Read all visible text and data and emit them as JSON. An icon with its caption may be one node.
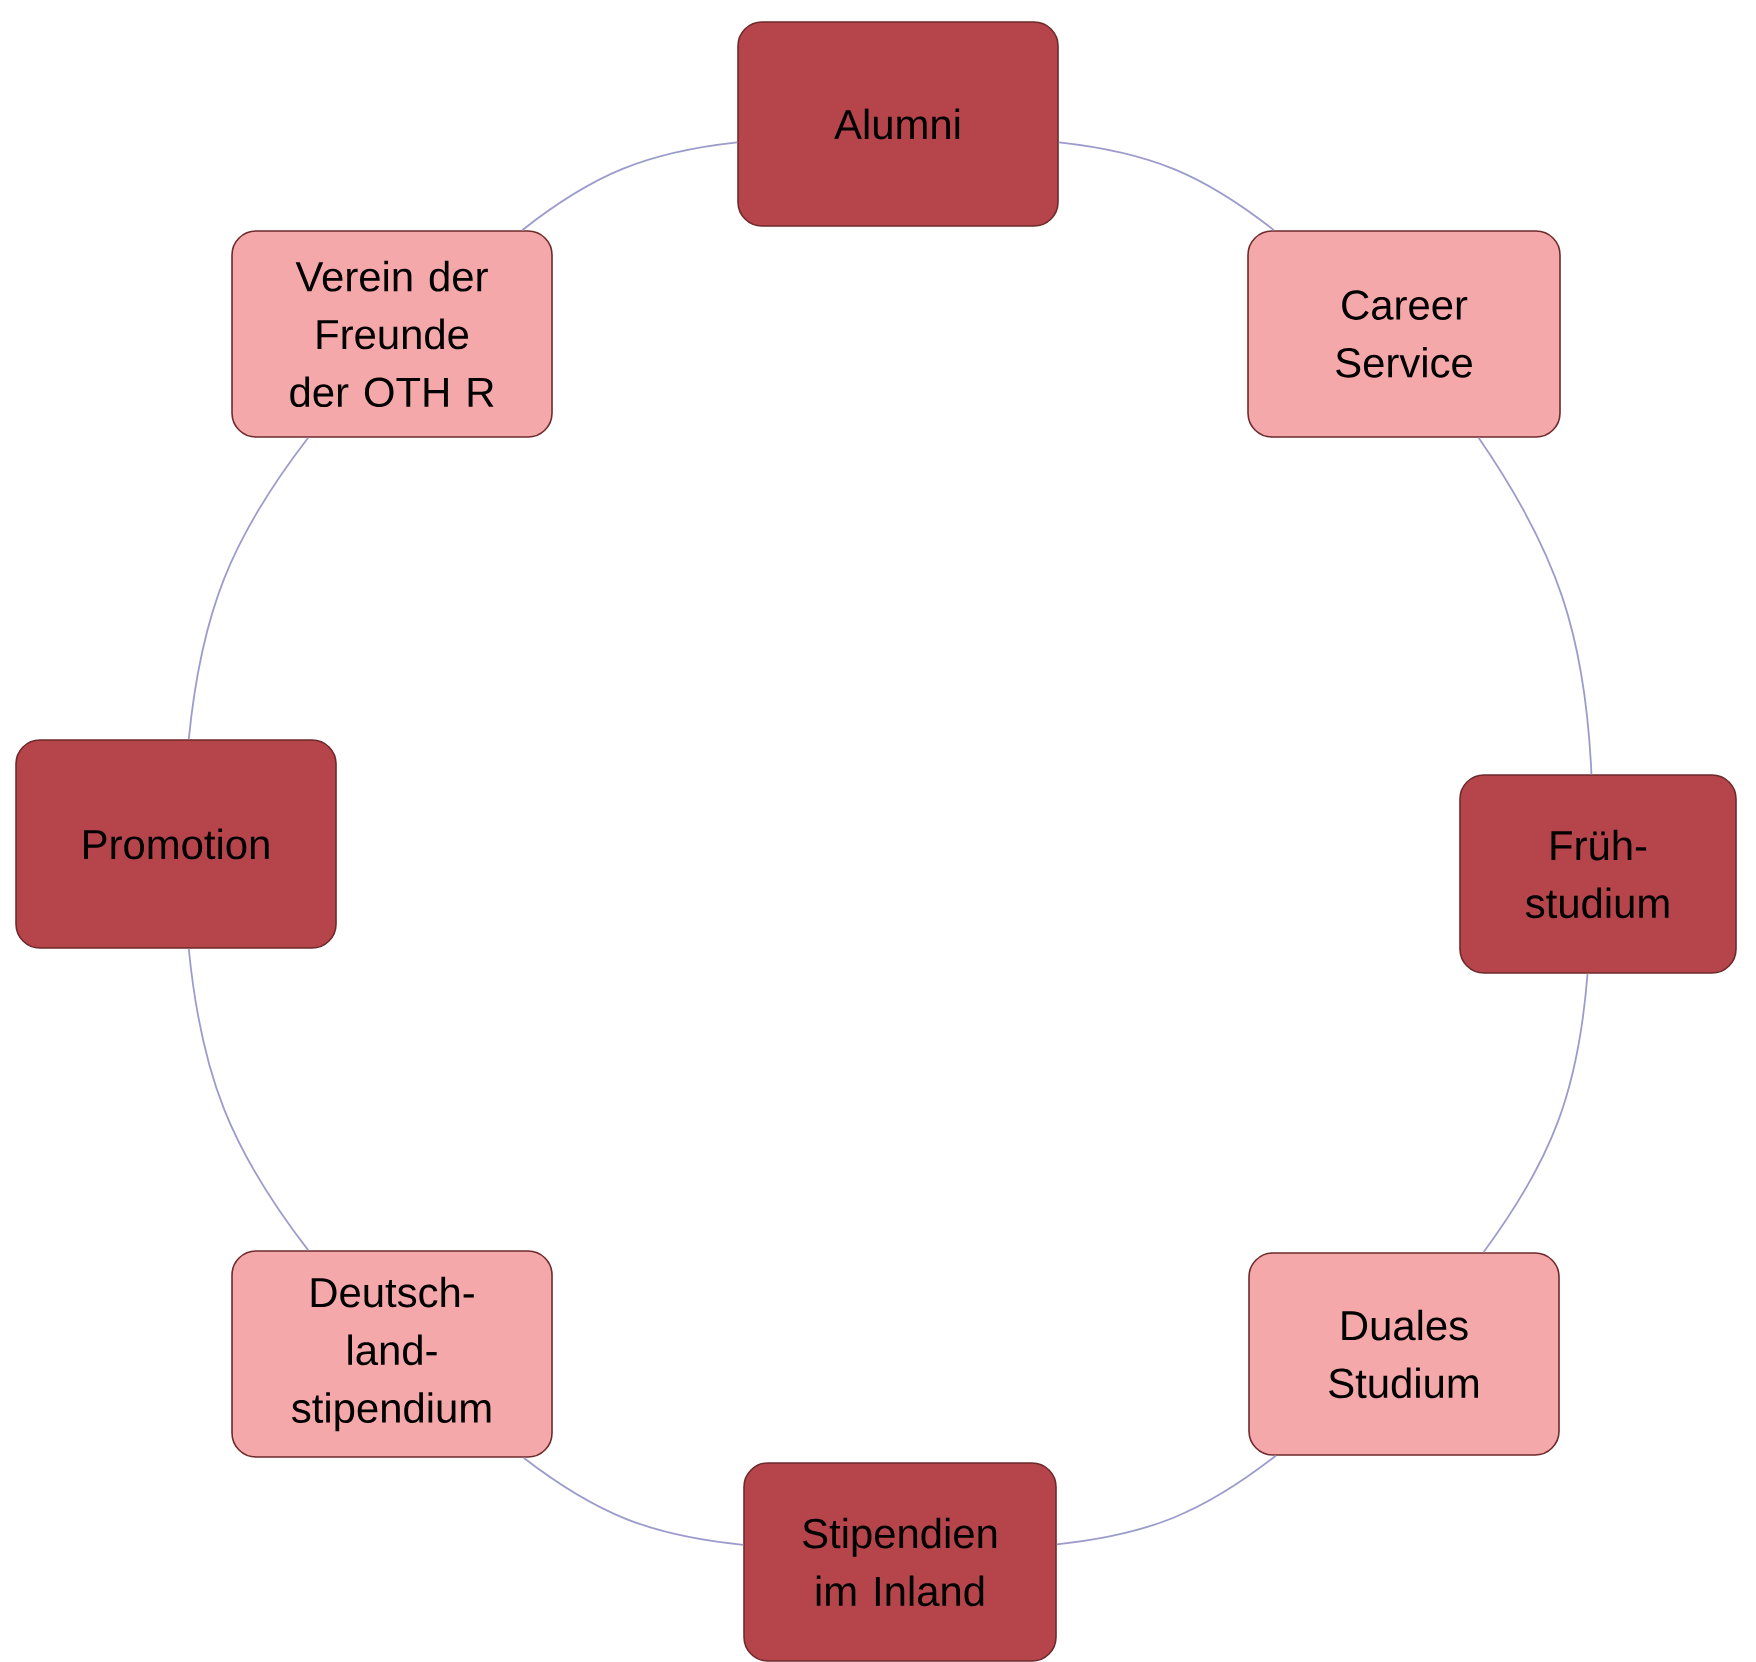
{
  "diagram": {
    "nodes": [
      {
        "text": [
          "Alumni"
        ]
      },
      {
        "text": [
          "Career Service"
        ]
      },
      {
        "text": [
          "Früh-studium"
        ]
      },
      {
        "text": [
          "Duales Studium"
        ]
      },
      {
        "text": [
          "Stipendien im Inland"
        ]
      },
      {
        "text": [
          "Deutsch-land-stipendium"
        ]
      },
      {
        "text": [
          "Promotion"
        ]
      },
      {
        "text": [
          "Verein der Freunde der OTH R"
        ]
      }
    ],
    "edges": [
      {
        "from": 0,
        "to": 1,
        "arrow": "none"
      },
      {
        "from": 1,
        "to": 2,
        "arrow": "none"
      },
      {
        "from": 2,
        "to": 3,
        "arrow": "none"
      },
      {
        "from": 3,
        "to": 4,
        "arrow": "none"
      },
      {
        "from": 4,
        "to": 5,
        "arrow": "none"
      },
      {
        "from": 5,
        "to": 6,
        "arrow": "none"
      },
      {
        "from": 6,
        "to": 7,
        "arrow": "none"
      },
      {
        "from": 7,
        "to": 0,
        "arrow": "none"
      }
    ]
  }
}
